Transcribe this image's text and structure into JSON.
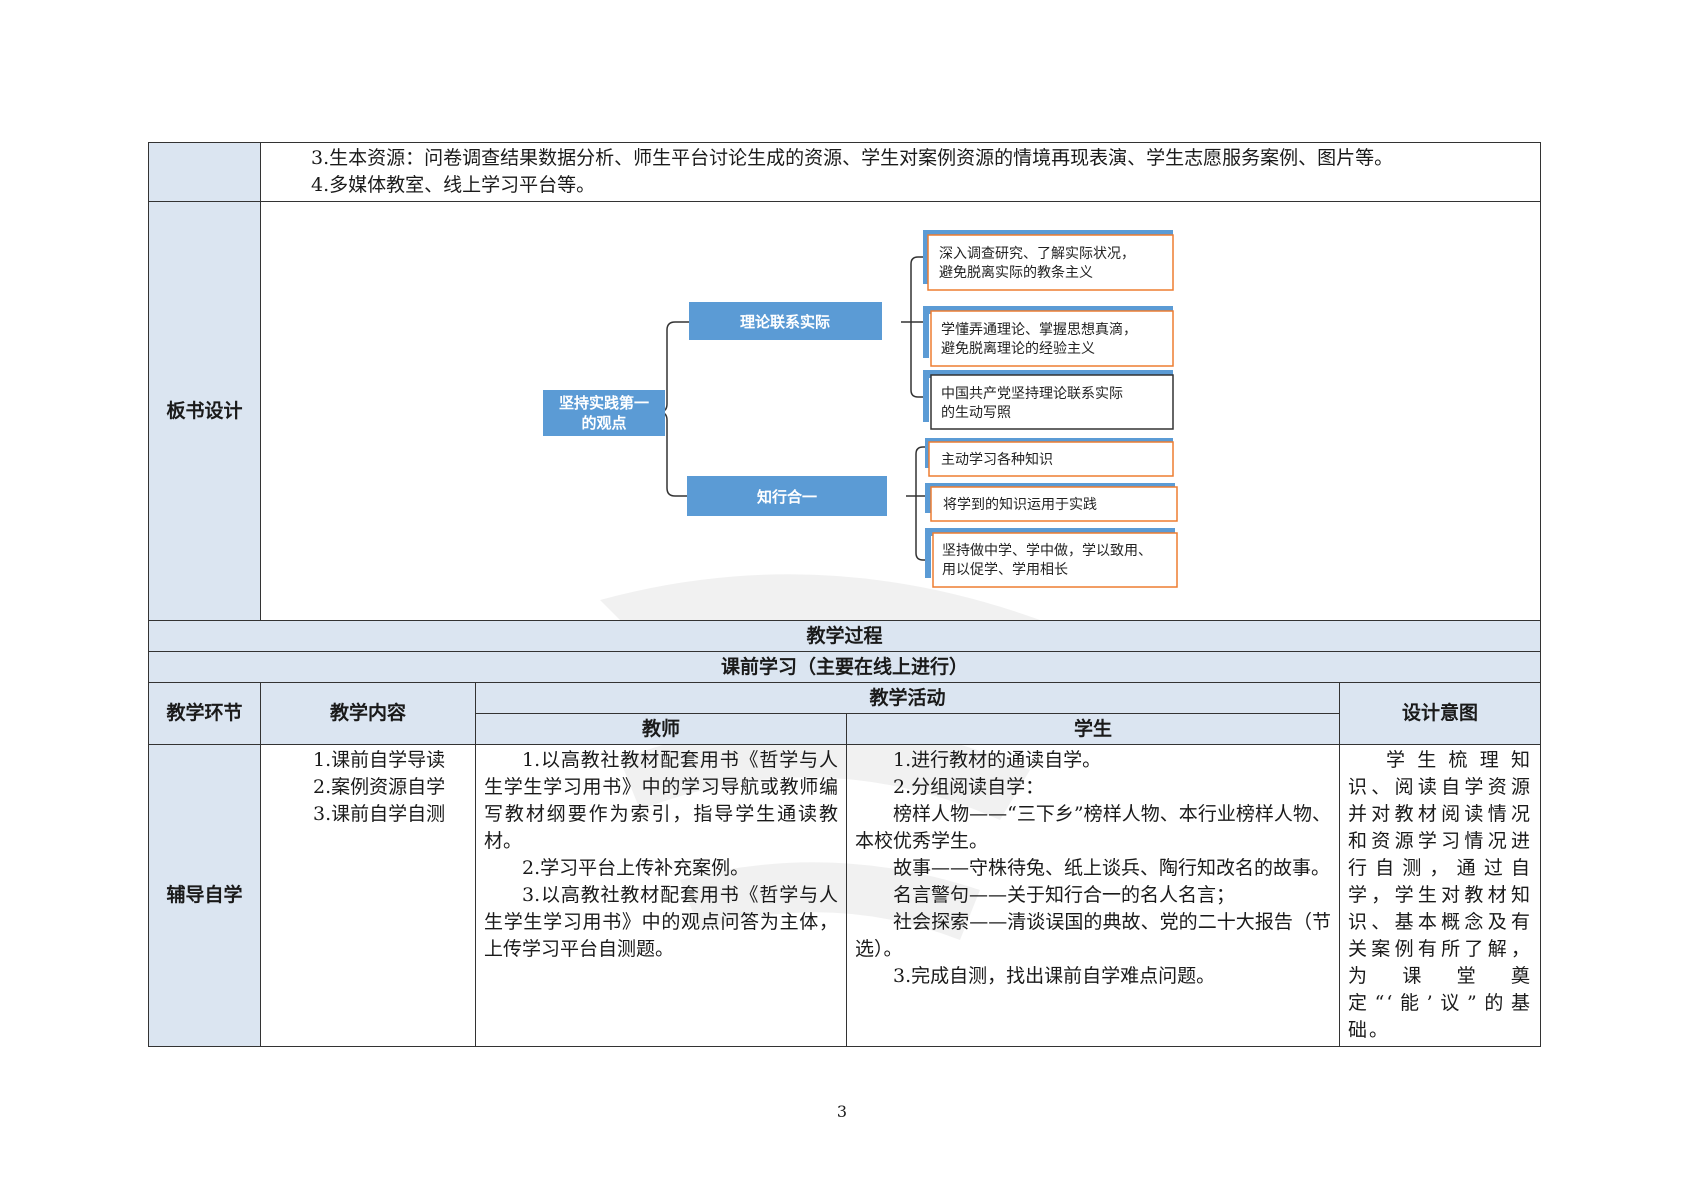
{
  "resources": {
    "line3": "3.生本资源：问卷调查结果数据分析、师生平台讨论生成的资源、学生对案例资源的情境再现表演、学生志愿服务案例、图片等。",
    "line4": "4.多媒体教室、线上学习平台等。"
  },
  "board_design": {
    "label": "板书设计",
    "root": "坚持实践第一的观点",
    "root_line1": "坚持实践第一",
    "root_line2": "的观点",
    "branch1": {
      "title": "理论联系实际",
      "items": [
        {
          "l1": "深入调查研究、了解实际状况，",
          "l2": "避免脱离实际的教条主义"
        },
        {
          "l1": "学懂弄通理论、掌握思想真滴，",
          "l2": "避免脱离理论的经验主义"
        },
        {
          "l1": "中国共产党坚持理论联系实际",
          "l2": "的生动写照"
        }
      ]
    },
    "branch2": {
      "title": "知行合一",
      "items": [
        {
          "l1": "主动学习各种知识",
          "l2": ""
        },
        {
          "l1": "将学到的知识运用于实践",
          "l2": ""
        },
        {
          "l1": "坚持做中学、学中做，学以致用、",
          "l2": "用以促学、学用相长"
        }
      ]
    },
    "colors": {
      "blue": "#5b9bd5",
      "blue_dark": "#4a86c5",
      "orange": "#ed7d31",
      "dark_border": "#333333"
    }
  },
  "process": {
    "title": "教学过程",
    "subtitle": "课前学习（主要在线上进行）"
  },
  "headers": {
    "stage": "教学环节",
    "content": "教学内容",
    "activity": "教学活动",
    "teacher": "教师",
    "student": "学生",
    "intent": "设计意图"
  },
  "row": {
    "stage": "辅导自学",
    "content": [
      "1.课前自学导读",
      "2.案例资源自学",
      "3.课前自学自测"
    ],
    "teacher": [
      "1.以高教社教材配套用书《哲学与人生学生学习用书》中的学习导航或教师编写教材纲要作为索引，指导学生通读教材。",
      "2.学习平台上传补充案例。",
      "3.以高教社教材配套用书《哲学与人生学生学习用书》中的观点问答为主体，上传学习平台自测题。"
    ],
    "student": [
      "1.进行教材的通读自学。",
      "2.分组阅读自学：",
      "榜样人物——“三下乡”榜样人物、本行业榜样人物、本校优秀学生。",
      "故事——守株待兔、纸上谈兵、陶行知改名的故事。",
      "名言警句——关于知行合一的名人名言；",
      "社会探索——清谈误国的典故、党的二十大报告（节选）。",
      "3.完成自测，找出课前自学难点问题。"
    ],
    "intent": "学生梳理知识、阅读自学资源并对教材阅读情况和资源学习情况进行自测，通过自学，学生对教材知识、基本概念及有关案例有所了解，为课堂奠定“‘能’议”的基础。"
  },
  "page_number": "3"
}
